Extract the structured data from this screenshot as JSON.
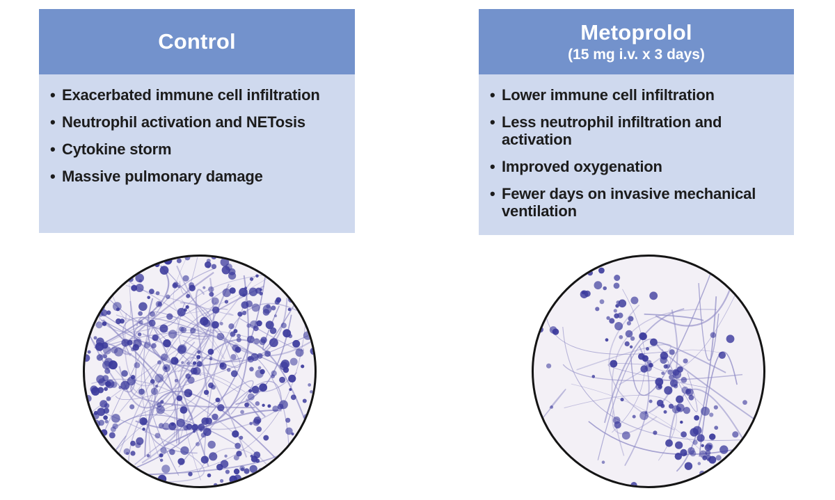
{
  "panels": {
    "control": {
      "title": "Control",
      "bullets": [
        "Exacerbated immune cell infiltration",
        "Neutrophil activation and NETosis",
        "Cytokine storm",
        "Massive pulmonary damage"
      ]
    },
    "metoprolol": {
      "title": "Metoprolol",
      "subtitle": "(15 mg i.v. x 3 days)",
      "bullets": [
        "Lower immune cell infiltration",
        "Less neutrophil infiltration and activation",
        "Improved oxygenation",
        "Fewer days on invasive mechanical ventilation"
      ]
    }
  },
  "bullet_glyph": "•",
  "colors": {
    "header_blue": "#7392cc",
    "panel_light": "#cfd9ee",
    "cell_stain": "#3b3a9c",
    "fiber_stain": "#8c88c4"
  }
}
